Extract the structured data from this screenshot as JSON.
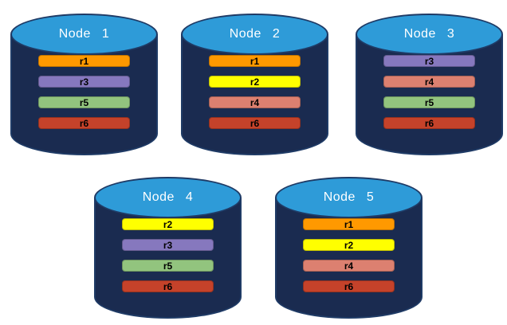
{
  "diagram": {
    "description_colors": {
      "cylinder_body": "#1A2B50",
      "cylinder_top": "#2E9BD8",
      "outline": "#1F3B66",
      "title_text": "#FFFFFF",
      "bar_text": "#000000"
    }
  },
  "colors": {
    "orange": "#FF9900",
    "yellow": "#FFFF00",
    "purple": "#8678BE",
    "green": "#92C47E",
    "salmon": "#DC8070",
    "red": "#C5422A"
  },
  "nodes": [
    {
      "name": "Node 1",
      "replicas": [
        {
          "label": "r1",
          "color": "orange"
        },
        {
          "label": "r3",
          "color": "purple"
        },
        {
          "label": "r5",
          "color": "green"
        },
        {
          "label": "r6",
          "color": "red"
        }
      ]
    },
    {
      "name": "Node 2",
      "replicas": [
        {
          "label": "r1",
          "color": "orange"
        },
        {
          "label": "r2",
          "color": "yellow"
        },
        {
          "label": "r4",
          "color": "salmon"
        },
        {
          "label": "r6",
          "color": "red"
        }
      ]
    },
    {
      "name": "Node 3",
      "replicas": [
        {
          "label": "r3",
          "color": "purple"
        },
        {
          "label": "r4",
          "color": "salmon"
        },
        {
          "label": "r5",
          "color": "green"
        },
        {
          "label": "r6",
          "color": "red"
        }
      ]
    },
    {
      "name": "Node 4",
      "replicas": [
        {
          "label": "r2",
          "color": "yellow"
        },
        {
          "label": "r3",
          "color": "purple"
        },
        {
          "label": "r5",
          "color": "green"
        },
        {
          "label": "r6",
          "color": "red"
        }
      ]
    },
    {
      "name": "Node 5",
      "replicas": [
        {
          "label": "r1",
          "color": "orange"
        },
        {
          "label": "r2",
          "color": "yellow"
        },
        {
          "label": "r4",
          "color": "salmon"
        },
        {
          "label": "r6",
          "color": "red"
        }
      ]
    }
  ]
}
